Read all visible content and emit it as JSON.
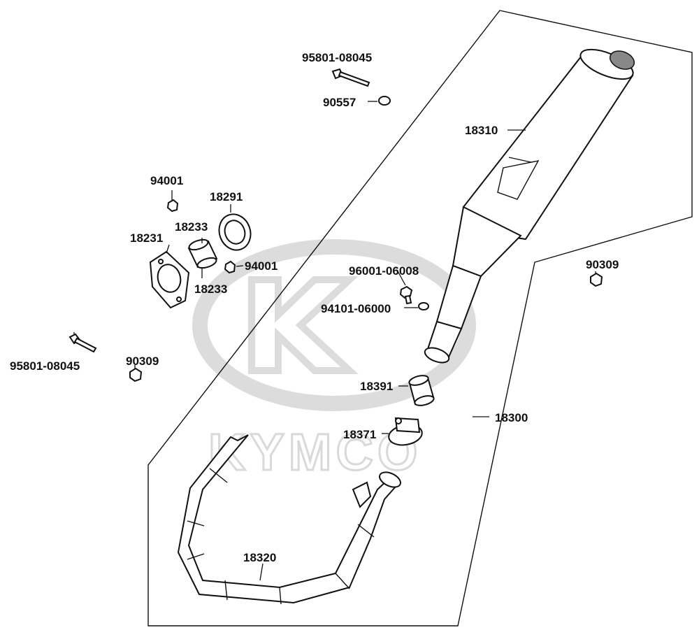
{
  "watermark": {
    "brand": "KYMCO",
    "logo_icon": "kymco-k-logo-icon"
  },
  "parts": {
    "bolt_top": "95801-08045",
    "washer_top": "90557",
    "muffler": "18310",
    "nut_94001_upper": "94001",
    "gasket_18291": "18291",
    "ring_18233_upper": "18233",
    "flange_18231": "18231",
    "nut_94001_lower": "94001",
    "ring_18233_lower": "18233",
    "nut_90309_right": "90309",
    "bolt_96001": "96001-06008",
    "washer_94101": "94101-06000",
    "bolt_left": "95801-08045",
    "nut_90309_left": "90309",
    "gasket_18391": "18391",
    "assembly_18300": "18300",
    "clamp_18371": "18371",
    "pipe_18320": "18320"
  }
}
